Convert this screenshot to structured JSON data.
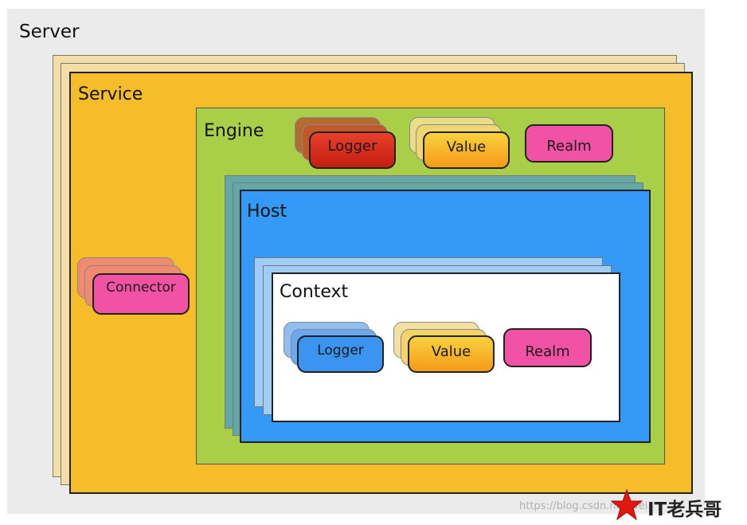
{
  "server": {
    "label": "Server"
  },
  "service": {
    "label": "Service"
  },
  "connector": {
    "label": "Connector"
  },
  "engine": {
    "label": "Engine",
    "logger": "Logger",
    "value": "Value",
    "realm": "Realm"
  },
  "host": {
    "label": "Host"
  },
  "context": {
    "label": "Context",
    "logger": "Logger",
    "value": "Value",
    "realm": "Realm"
  },
  "watermark": {
    "url": "https://blog.csdn.net/wei",
    "brand": "IT老兵哥"
  },
  "colors": {
    "server_bg": "#ebebeb",
    "service": "#f5bd29",
    "service_shadow": "#f2dea6",
    "engine": "#a8cf47",
    "host": "#3499f7",
    "host_shadow": "#63a8a6",
    "context": "#ffffff",
    "context_shadow": "#9fcdf7",
    "realm": "#f152a3",
    "logger_engine": "#d92618",
    "logger_context": "#3b94f0",
    "value": "#f7a61f",
    "connector": "#f152a3",
    "connector_shadow": "#f08a70",
    "brand_star": "#e0190f"
  }
}
